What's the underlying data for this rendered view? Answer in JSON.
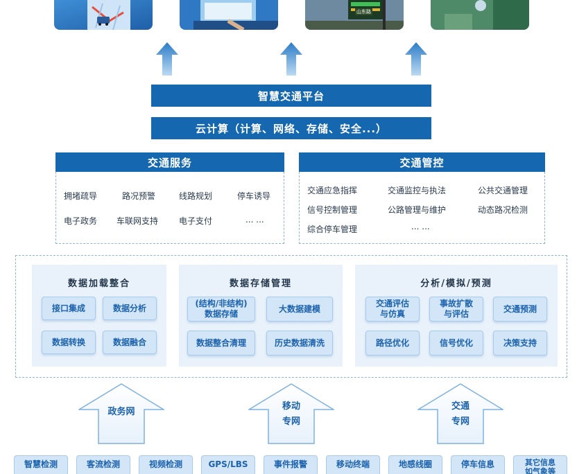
{
  "photos": [
    {
      "name": "navigation-photo",
      "label": ""
    },
    {
      "name": "dashboard-photo",
      "label": ""
    },
    {
      "name": "traffic-sign-photo",
      "label": "山东路"
    },
    {
      "name": "traffic-light-photo",
      "label": ""
    }
  ],
  "platform": {
    "title": "智慧交通平台"
  },
  "cloud": {
    "title": "云计算（计算、网络、存储、安全...）"
  },
  "services": {
    "traffic_service": {
      "title": "交通服务",
      "items": [
        "拥堵疏导",
        "路况预警",
        "线路规划",
        "停车诱导",
        "电子政务",
        "车联网支持",
        "电子支付",
        "... ..."
      ]
    },
    "traffic_control": {
      "title": "交通管控",
      "items": [
        "交通应急指挥",
        "交通监控与执法",
        "公共交通管理",
        "信号控制管理",
        "公路管理与维护",
        "动态路况检测",
        "综合停车管理",
        "... ..."
      ]
    }
  },
  "data_layer": {
    "integration": {
      "title": "数据加载整合",
      "chips": [
        "接口集成",
        "数据分析",
        "数据转换",
        "数据融合"
      ]
    },
    "storage": {
      "title": "数据存储管理",
      "chips": [
        "(结构/非结构)\n数据存储",
        "大数据建模",
        "数据整合清理",
        "历史数据清洗"
      ]
    },
    "analysis": {
      "title": "分析/模拟/预测",
      "chips": [
        "交通评估\n与仿真",
        "事故扩散\n与评估",
        "交通预测",
        "路径优化",
        "信号优化",
        "决策支持"
      ]
    }
  },
  "networks": [
    {
      "label": "政务网"
    },
    {
      "label": "移动\n专网"
    },
    {
      "label": "交通\n专网"
    }
  ],
  "sources": [
    "智慧检测",
    "客流检测",
    "视频检测",
    "GPS/LBS",
    "事件报警",
    "移动终端",
    "地感线圈",
    "停车信息",
    "其它信息\n如气象等"
  ],
  "colors": {
    "primary": "#1567b0",
    "chip_bg": "#d3e6f8",
    "chip_text": "#1c62ad",
    "module_bg": "#e9f2fb",
    "dashed": "#8bb4dc"
  }
}
